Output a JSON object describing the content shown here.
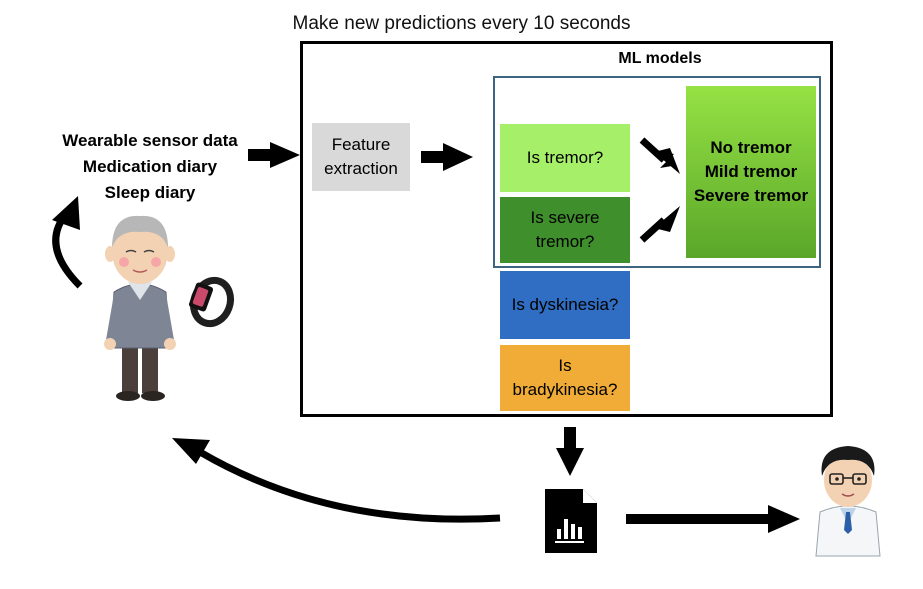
{
  "caption": "Make new predictions every 10 seconds",
  "inputs": [
    "Wearable sensor data",
    "Medication diary",
    "Sleep diary"
  ],
  "feature_extraction": [
    "Feature",
    "extraction"
  ],
  "ml_models_title": "ML models",
  "classifiers": {
    "tremor": "Is tremor?",
    "severe_tremor": [
      "Is severe",
      "tremor?"
    ],
    "dyskinesia": "Is dyskinesia?",
    "bradykinesia": [
      "Is",
      "bradykinesia?"
    ]
  },
  "tremor_outputs": [
    "No tremor",
    "Mild tremor",
    "Severe tremor"
  ],
  "colors": {
    "feature_box": "#d9d9d9",
    "tremor_box": "#a6ef68",
    "severe_box": "#3f8f2c",
    "result_box": "#7cc63a",
    "dyskinesia_box": "#2f6ec2",
    "bradykinesia_box": "#f0ac37",
    "ml_frame_border": "#3d6582"
  },
  "icons": [
    "elderly-patient-icon",
    "smartwatch-icon",
    "report-document-icon",
    "doctor-icon"
  ]
}
